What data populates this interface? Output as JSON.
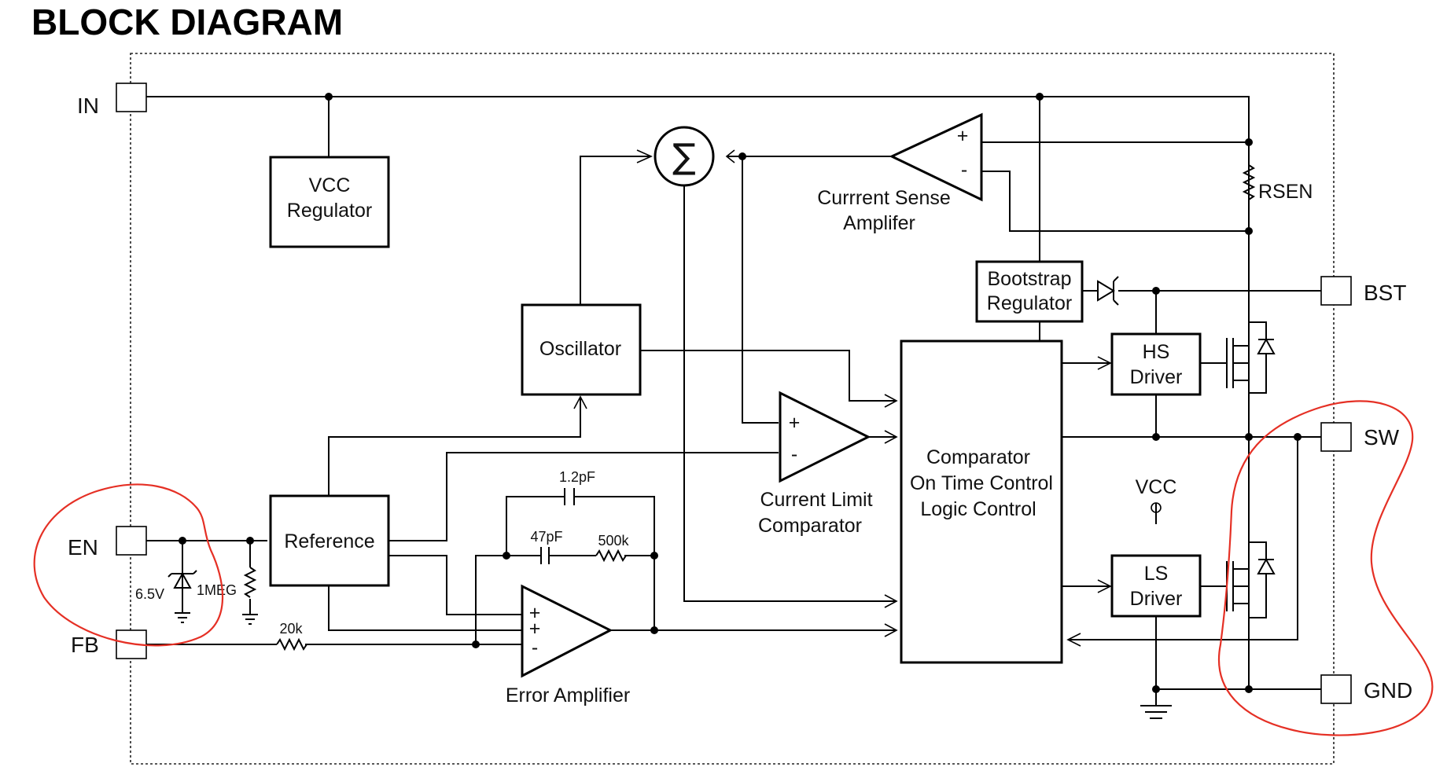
{
  "title": "BLOCK DIAGRAM",
  "pins": {
    "in": "IN",
    "en": "EN",
    "fb": "FB",
    "bst": "BST",
    "sw": "SW",
    "gnd": "GND"
  },
  "blocks": {
    "vcc_regulator": [
      "VCC",
      "Regulator"
    ],
    "oscillator": "Oscillator",
    "reference": "Reference",
    "bootstrap_regulator": [
      "Bootstrap",
      "Regulator"
    ],
    "hs_driver": [
      "HS",
      "Driver"
    ],
    "ls_driver": [
      "LS",
      "Driver"
    ],
    "comparator_logic": [
      "Comparator",
      "On Time Control",
      "Logic Control"
    ]
  },
  "amplifiers": {
    "current_sense": [
      "Currrent Sense",
      "Amplifer"
    ],
    "current_limit": [
      "Current Limit",
      "Comparator"
    ],
    "error": "Error Amplifier"
  },
  "components": {
    "rsen": "RSEN",
    "zener": "6.5V",
    "r_en": "1MEG",
    "r_fb": "20k",
    "c1": "1.2pF",
    "c2": "47pF",
    "r_comp": "500k",
    "vcc": "VCC"
  },
  "symbols": {
    "plus": "+",
    "minus": "-",
    "sum": "∑"
  },
  "colors": {
    "line": "#000000",
    "annotation": "#e53025"
  }
}
